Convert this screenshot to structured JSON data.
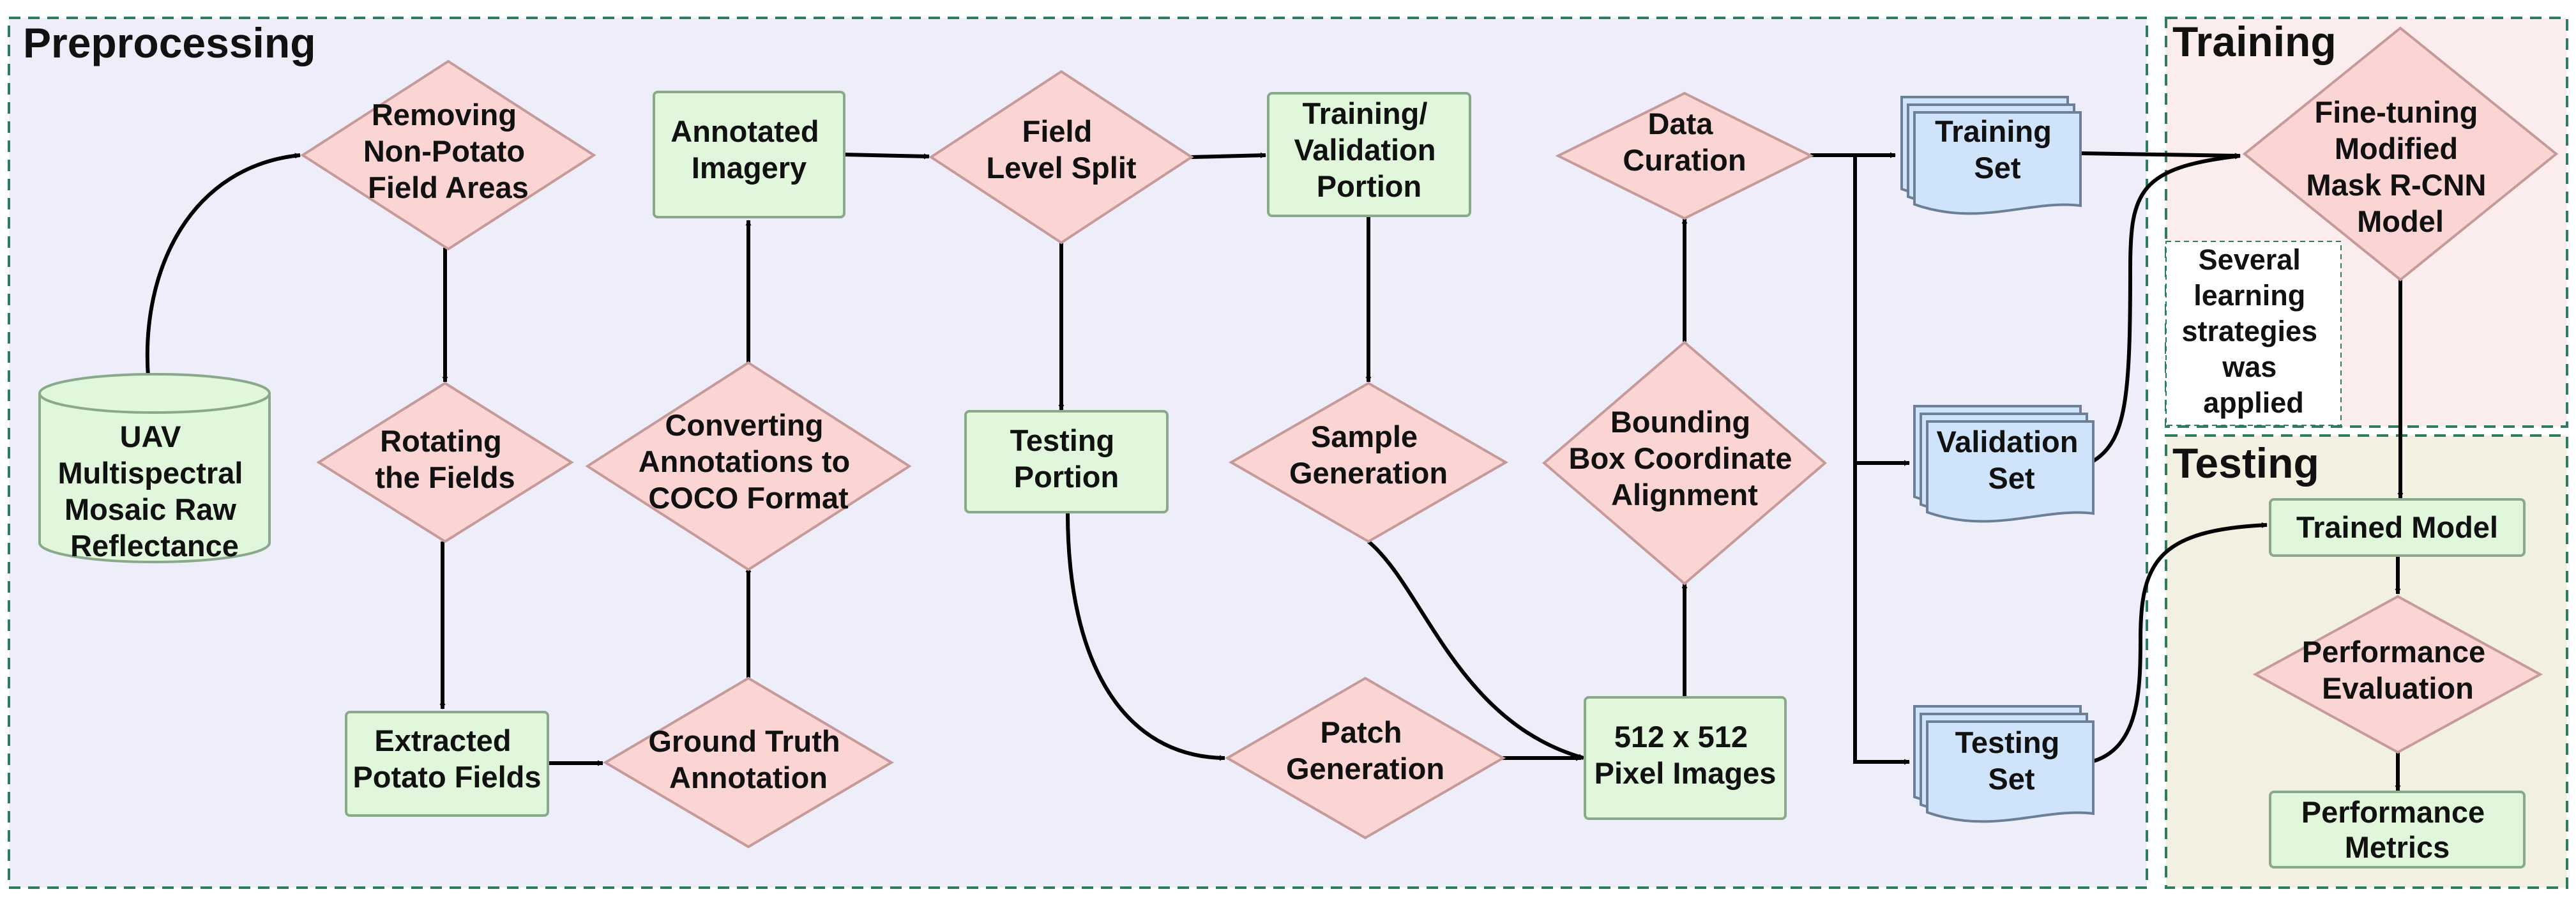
{
  "colors": {
    "preprocessing_bg": "#eeeefb",
    "training_bg": "#fbeded",
    "testing_bg": "#f2f0e0",
    "section_border": "#2e7d5e",
    "decision_fill": "#fbd4d4",
    "decision_stroke": "#c79a9a",
    "process_fill": "#e0f7dc",
    "process_stroke": "#8aa88a",
    "dataset_fill": "#cfe4fb",
    "dataset_stroke": "#6d7f94",
    "arrow": "#000000"
  },
  "sections": {
    "preprocessing": "Preprocessing",
    "training": "Training",
    "testing": "Testing"
  },
  "nodes": {
    "uav_source": [
      "UAV",
      "Multispectral",
      "Mosaic Raw",
      "Reflectance"
    ],
    "removing_areas": [
      "Removing",
      "Non-Potato",
      "Field Areas"
    ],
    "rotating_fields": [
      "Rotating",
      "the Fields"
    ],
    "extracted_fields": [
      "Extracted",
      "Potato Fields"
    ],
    "ground_truth": [
      "Ground Truth",
      "Annotation"
    ],
    "converting_coco": [
      "Converting",
      "Annotations to",
      "COCO Format"
    ],
    "annotated_imagery": [
      "Annotated",
      "Imagery"
    ],
    "field_split": [
      "Field",
      "Level Split"
    ],
    "testing_portion": [
      "Testing",
      "Portion"
    ],
    "train_val_portion": [
      "Training/",
      "Validation",
      "Portion"
    ],
    "sample_generation": [
      "Sample",
      "Generation"
    ],
    "patch_generation": [
      "Patch",
      "Generation"
    ],
    "pixel_images": [
      "512 x 512",
      "Pixel Images"
    ],
    "bbox_alignment": [
      "Bounding",
      "Box Coordinate",
      "Alignment"
    ],
    "data_curation": [
      "Data",
      "Curation"
    ],
    "training_set": [
      "Training",
      "Set"
    ],
    "validation_set": [
      "Validation",
      "Set"
    ],
    "testing_set": [
      "Testing",
      "Set"
    ],
    "finetuning": [
      "Fine-tuning",
      "Modified",
      "Mask R-CNN",
      "Model"
    ],
    "strategies_note": [
      "Several",
      "learning",
      "strategies",
      "was",
      "applied"
    ],
    "trained_model": [
      "Trained Model"
    ],
    "performance_eval": [
      "Performance",
      "Evaluation"
    ],
    "performance_metrics": [
      "Performance",
      "Metrics"
    ]
  }
}
